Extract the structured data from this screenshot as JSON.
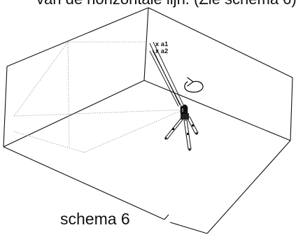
{
  "header_text": "van de horizontale lijn. (Zie schema 6)",
  "caption": "schema 6",
  "points": {
    "a1": "x a1",
    "a2": "x a2"
  },
  "colors": {
    "line": "#111111",
    "dotted": "#9a9a9a",
    "background": "#ffffff"
  },
  "icons": {
    "rotation": "rotation-arrow-icon",
    "device": "laser-level-on-tripod-icon"
  }
}
